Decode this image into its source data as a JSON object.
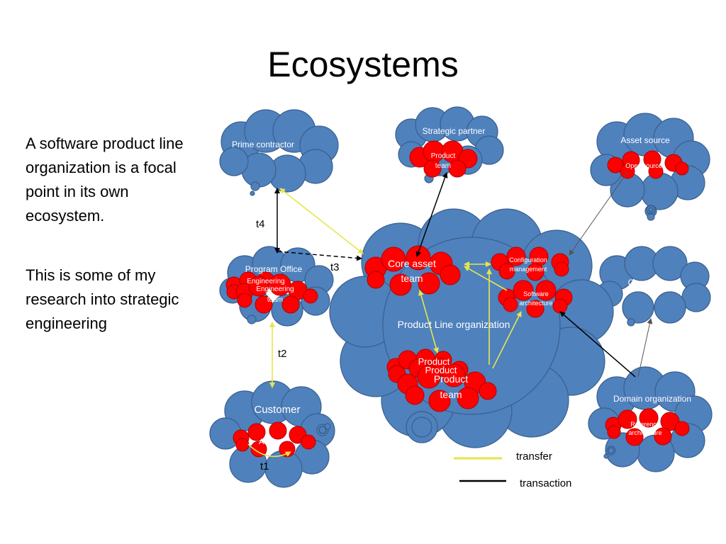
{
  "slide": {
    "title": "Ecosystems",
    "paragraphs": [
      "A software product line organization is a focal point in its own ecosystem.",
      "This is some of my research into strategic engineering"
    ]
  },
  "colors": {
    "cloud_fill": "#4f81bd",
    "cloud_stroke": "#3a5f8c",
    "team_fill": "#ff0000",
    "transfer_line": "#e6e64a",
    "transaction_line": "#000000"
  },
  "diagram": {
    "clouds": {
      "prime_contractor": "Prime contractor",
      "strategic_partner": "Strategic partner",
      "asset_source": "Asset source",
      "program_office": "Program Office",
      "competitor": "Competitor",
      "customer": "Customer",
      "domain_organization": "Domain organization",
      "product_line_organization": "Product Line organization"
    },
    "teams": {
      "strategic_product_team": [
        "Product",
        "team"
      ],
      "open_source": "Open source",
      "core_asset_team": [
        "Core asset",
        "team"
      ],
      "configuration_management": [
        "Configuration",
        "management"
      ],
      "software_architecture": [
        "Software",
        "architecture"
      ],
      "engineering_back": "Engineering",
      "engineering_team": [
        "Engineering",
        "team"
      ],
      "product_back_1": "Product",
      "product_back_2": "Product",
      "product_team": [
        "Product",
        "team"
      ],
      "army": "Army",
      "reference_architecture": [
        "Reference",
        "architecture"
      ]
    },
    "links": {
      "t1": "t1",
      "t2": "t2",
      "t3": "t3",
      "t4": "t4"
    },
    "legend": {
      "transfer": "transfer",
      "transaction": "transaction"
    }
  }
}
